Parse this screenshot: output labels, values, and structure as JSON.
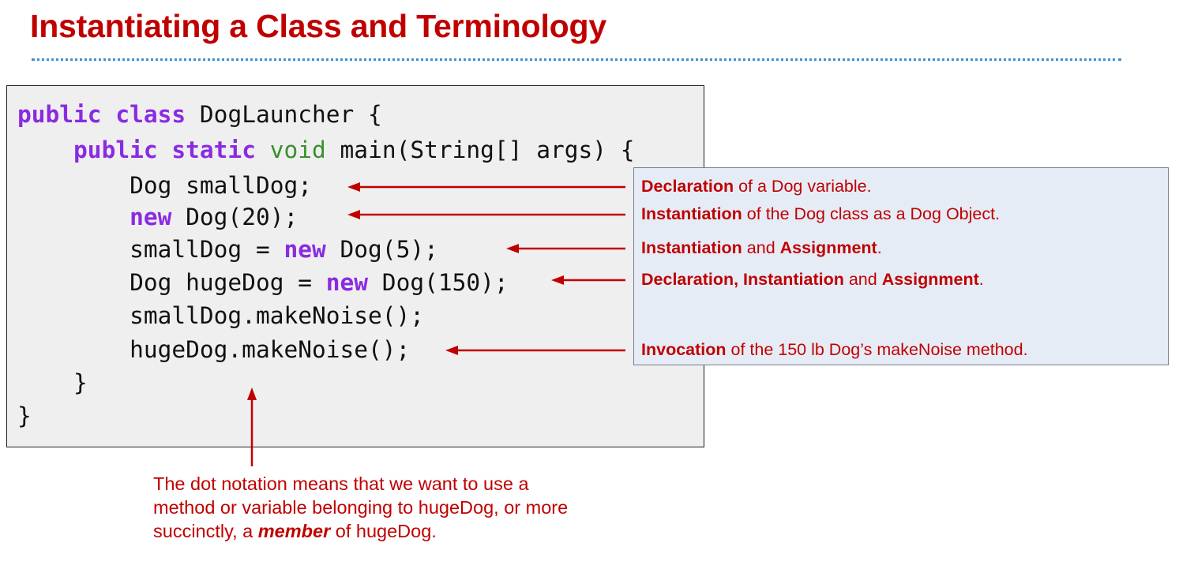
{
  "title": "Instantiating a Class and Terminology",
  "code": {
    "lines": [
      {
        "indent": "",
        "parts": [
          {
            "t": "public",
            "k": "kw"
          },
          {
            "t": " "
          },
          {
            "t": "class",
            "k": "kw"
          },
          {
            "t": " DogLauncher {"
          }
        ]
      },
      {
        "indent": "    ",
        "parts": [
          {
            "t": "public",
            "k": "kw"
          },
          {
            "t": " "
          },
          {
            "t": "static",
            "k": "kw"
          },
          {
            "t": " "
          },
          {
            "t": "void",
            "k": "ty"
          },
          {
            "t": " main(String[] args) {"
          }
        ]
      },
      {
        "indent": "        ",
        "parts": [
          {
            "t": "Dog smallDog;"
          }
        ]
      },
      {
        "indent": "        ",
        "parts": [
          {
            "t": "new",
            "k": "kw"
          },
          {
            "t": " Dog(20);"
          }
        ]
      },
      {
        "indent": "        ",
        "parts": [
          {
            "t": "smallDog = "
          },
          {
            "t": "new",
            "k": "kw"
          },
          {
            "t": " Dog(5);"
          }
        ]
      },
      {
        "indent": "        ",
        "parts": [
          {
            "t": "Dog hugeDog = "
          },
          {
            "t": "new",
            "k": "kw"
          },
          {
            "t": " Dog(150);"
          }
        ]
      },
      {
        "indent": "        ",
        "parts": [
          {
            "t": "smallDog.makeNoise();"
          }
        ]
      },
      {
        "indent": "        ",
        "parts": [
          {
            "t": "hugeDog.makeNoise();"
          }
        ]
      },
      {
        "indent": "    ",
        "parts": [
          {
            "t": "}"
          }
        ]
      },
      {
        "indent": "",
        "parts": [
          {
            "t": "}"
          }
        ]
      }
    ]
  },
  "annotations": [
    {
      "parts": [
        {
          "t": "Declaration",
          "b": true
        },
        {
          "t": " of a Dog variable."
        }
      ]
    },
    {
      "parts": [
        {
          "t": "Instantiation",
          "b": true
        },
        {
          "t": " of the Dog class as a Dog Object."
        }
      ]
    },
    {
      "parts": [
        {
          "t": "Instantiation",
          "b": true
        },
        {
          "t": " and "
        },
        {
          "t": "Assignment",
          "b": true
        },
        {
          "t": "."
        }
      ]
    },
    {
      "parts": [
        {
          "t": "Declaration, Instantiation",
          "b": true
        },
        {
          "t": " and "
        },
        {
          "t": "Assignment",
          "b": true
        },
        {
          "t": "."
        }
      ]
    },
    {
      "parts": [
        {
          "t": "Invocation",
          "b": true
        },
        {
          "t": " of the 150 lb Dog’s makeNoise method."
        }
      ]
    }
  ],
  "bottom_note": {
    "line1": "The dot notation means that we want to use a",
    "line2": "method or variable belonging to hugeDog, or more",
    "line3_pre": "succinctly, a ",
    "line3_em": "member",
    "line3_post": " of hugeDog."
  },
  "colors": {
    "title": "#c00000",
    "annotation": "#c00000",
    "arrow": "#c00000",
    "keyword": "#8a2be2",
    "type": "#3b8f2e",
    "code_bg": "#efefef",
    "callout_bg": "#e6ecf6"
  }
}
